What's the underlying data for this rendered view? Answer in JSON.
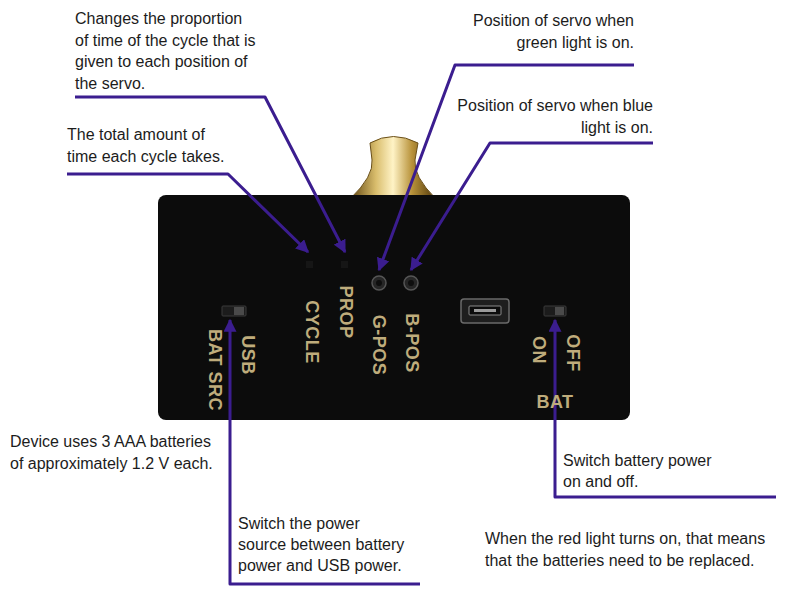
{
  "diagram": {
    "nodes": [
      {
        "text": [
          "BAT SRC",
          "USB",
          "CYCLE",
          "PROP",
          "G-POS",
          "B-POS",
          "ON",
          "OFF",
          "BAT"
        ]
      }
    ],
    "labels": [
      "Changes the proportion of time of the cycle that is given to each position of the servo.",
      "The total amount of time each cycle takes.",
      "Position of servo when green light is on.",
      "Position of servo when blue light is on.",
      "Device uses 3 AAA batteries of approximately 1.2 V each.",
      "Switch battery power on and off.",
      "Switch the power source between battery power and USB power.",
      "When the red light turns on, that means that the batteries need to be replaced."
    ]
  }
}
